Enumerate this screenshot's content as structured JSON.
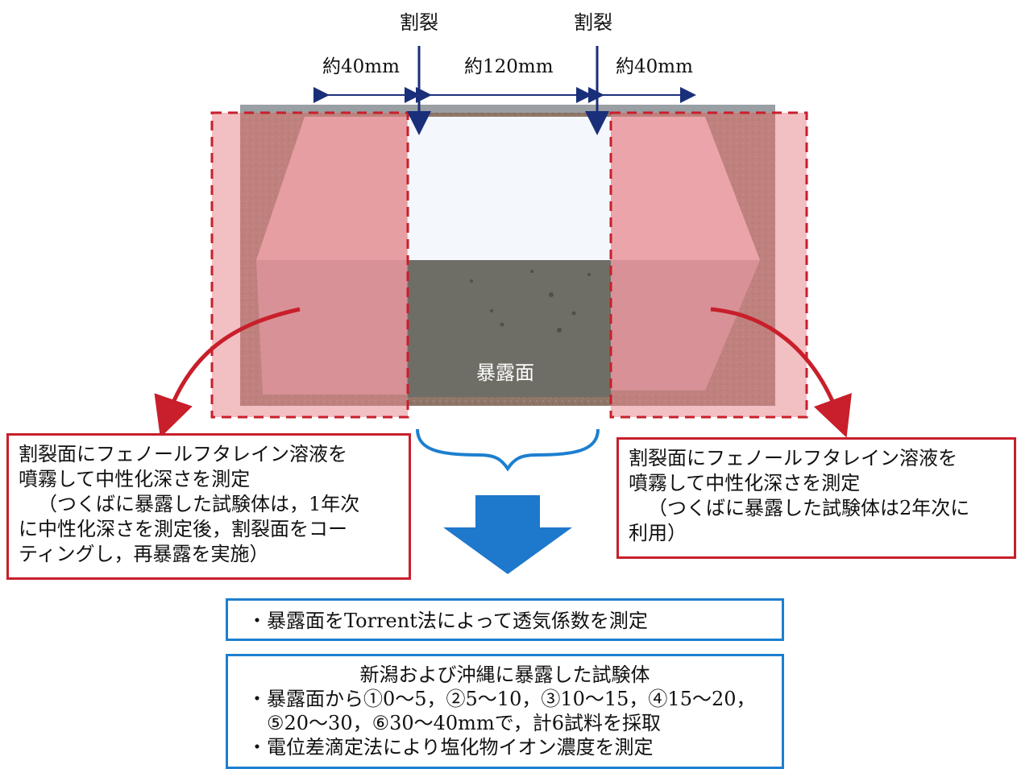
{
  "top_labels": {
    "crack_left": "割裂",
    "crack_right": "割裂"
  },
  "dimensions": {
    "left": "約40mm",
    "middle": "約120mm",
    "right": "約40mm"
  },
  "photo": {
    "surface_label": "暴露面"
  },
  "left_note": {
    "lines": [
      "割裂面にフェノールフタレイン溶液を",
      "噴霧して中性化深さを測定",
      "（つくばに暴露した試験体は，1年次",
      "に中性化深さを測定後，割裂面をコー",
      "ティングし，再暴露を実施）"
    ]
  },
  "right_note": {
    "lines": [
      "割裂面にフェノールフタレイン溶液を",
      "噴霧して中性化深さを測定",
      "（つくばに暴露した試験体は2年次に",
      "利用）"
    ]
  },
  "torrent_box": {
    "text": "・暴露面をTorrent法によって透気係数を測定"
  },
  "chloride_box": {
    "title": "新潟および沖縄に暴露した試験体",
    "lines": [
      "・暴露面から①0～5，②5～10，③10～15，④15～20，",
      "⑤20～30，⑥30～40mmで，計6試料を採取",
      "・電位差滴定法により塩化物イオン濃度を測定"
    ]
  },
  "colors": {
    "red": "#c81f2b",
    "navy": "#1a2f7a",
    "blue": "#1d7fcf",
    "arrow_blue": "#1e78cc"
  }
}
